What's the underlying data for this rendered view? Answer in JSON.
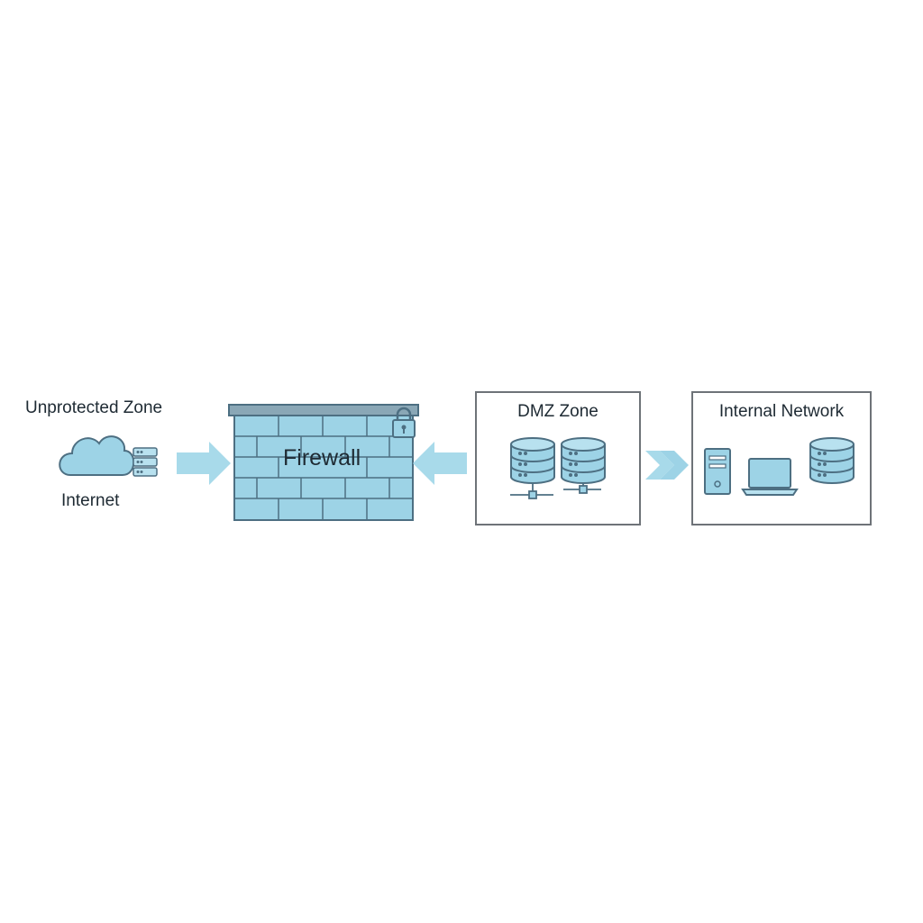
{
  "zones": {
    "unprotected": {
      "title": "Unprotected Zone",
      "sublabel": "Internet"
    },
    "firewall": {
      "title": "Firewall"
    },
    "dmz": {
      "title": "DMZ Zone"
    },
    "internal": {
      "title": "Internal Network"
    }
  },
  "icons": {
    "unprotected": [
      "cloud-icon",
      "router-icon"
    ],
    "firewall": [
      "brick-wall-icon",
      "padlock-icon"
    ],
    "dmz": [
      "database-server-icon",
      "database-server-icon"
    ],
    "internal": [
      "desktop-tower-icon",
      "laptop-icon",
      "database-server-icon"
    ]
  },
  "colors": {
    "fill": "#9dd3e6",
    "stroke": "#4d6f82",
    "arrow": "#a8daea",
    "box_border": "#6e7378",
    "text": "#1e2a33"
  }
}
